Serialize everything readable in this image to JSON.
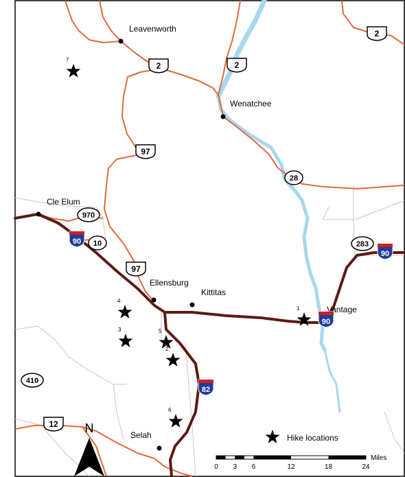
{
  "cities": [
    {
      "name": "Leavenworth"
    },
    {
      "name": "Wenatchee"
    },
    {
      "name": "Cle Elum"
    },
    {
      "name": "Ellensburg"
    },
    {
      "name": "Kittitas"
    },
    {
      "name": "Vantage"
    },
    {
      "name": "Selah"
    }
  ],
  "hikes": [
    {
      "number": "1"
    },
    {
      "number": "2"
    },
    {
      "number": "3"
    },
    {
      "number": "4"
    },
    {
      "number": "5"
    },
    {
      "number": "6"
    },
    {
      "number": "7"
    }
  ],
  "us_routes": [
    {
      "label": "2"
    },
    {
      "label": "2"
    },
    {
      "label": "2"
    },
    {
      "label": "97"
    },
    {
      "label": "97"
    },
    {
      "label": "12"
    }
  ],
  "state_routes": [
    {
      "label": "28"
    },
    {
      "label": "970"
    },
    {
      "label": "10"
    },
    {
      "label": "283"
    },
    {
      "label": "410"
    }
  ],
  "interstates": [
    {
      "label": "90"
    },
    {
      "label": "90"
    },
    {
      "label": "90"
    },
    {
      "label": "82"
    }
  ],
  "north_arrow": {
    "label": "N"
  },
  "legend": {
    "label": "Hike locations"
  },
  "scale_bar": {
    "unit": "Miles",
    "ticks": [
      "0",
      "3",
      "6",
      "12",
      "18",
      "24"
    ]
  },
  "colors": {
    "highway": "#e06a3c",
    "interstate": "#5c1a14",
    "river": "#a6d8ee",
    "county_line": "#d8c0b8",
    "shield_red": "#cc2222",
    "shield_blue": "#1f3c9c"
  }
}
